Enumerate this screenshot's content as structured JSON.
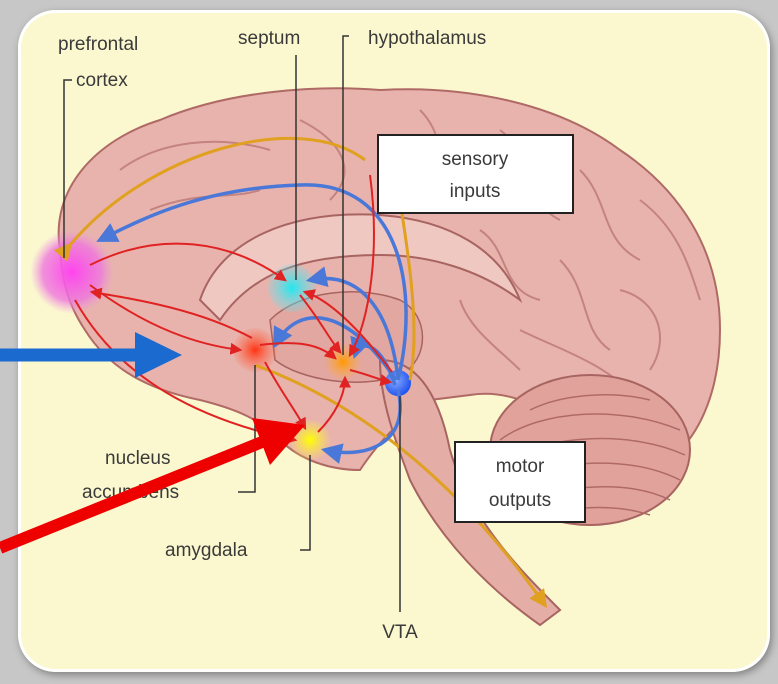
{
  "labels": {
    "prefrontal_line1": "prefrontal",
    "prefrontal_line2": "cortex",
    "septum": "septum",
    "hypothalamus": "hypothalamus",
    "sensory_line1": "sensory",
    "sensory_line2": "inputs",
    "nucleus_line1": "nucleus",
    "nucleus_line2": "accumbens",
    "amygdala": "amygdala",
    "motor_line1": "motor",
    "motor_line2": "outputs",
    "vta": "VTA"
  },
  "colors": {
    "background": "#c7c7c7",
    "card": "#fbf8cf",
    "brain": "#e8b3ad",
    "prefrontal_region": "#ee66dd",
    "septum_region": "#44ddee",
    "nucleus_region": "#ff5533",
    "hypothalamus_region": "#ff9922",
    "amygdala_region": "#ffee22",
    "vta_region": "#3366ff",
    "pathway_red": "#e02222",
    "pathway_blue": "#4a78d8",
    "pathway_orange": "#e0a020",
    "pointer_blue": "#1a6ad0",
    "pointer_red": "#ee0000"
  }
}
